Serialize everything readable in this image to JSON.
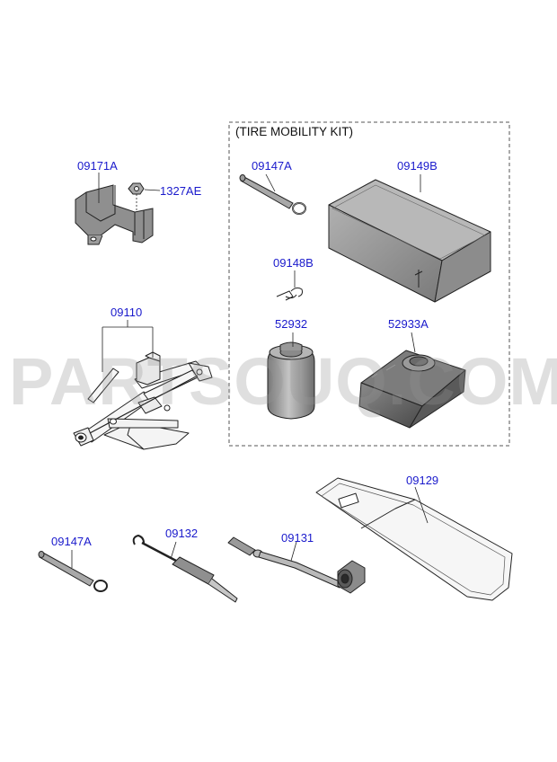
{
  "kit_title": "(TIRE MOBILITY KIT)",
  "watermark": "PARTSOUQ.COM",
  "labels": {
    "p09171A": "09171A",
    "p1327AE": "1327AE",
    "p09110": "09110",
    "p09147A_kit": "09147A",
    "p09149B": "09149B",
    "p09148B": "09148B",
    "p52932": "52932",
    "p52933A": "52933A",
    "p09129": "09129",
    "p09147A": "09147A",
    "p09132": "09132",
    "p09131": "09131"
  },
  "colors": {
    "label_text": "#1a1acc",
    "part_fill": "#9a9a9a",
    "outline": "#222222"
  }
}
